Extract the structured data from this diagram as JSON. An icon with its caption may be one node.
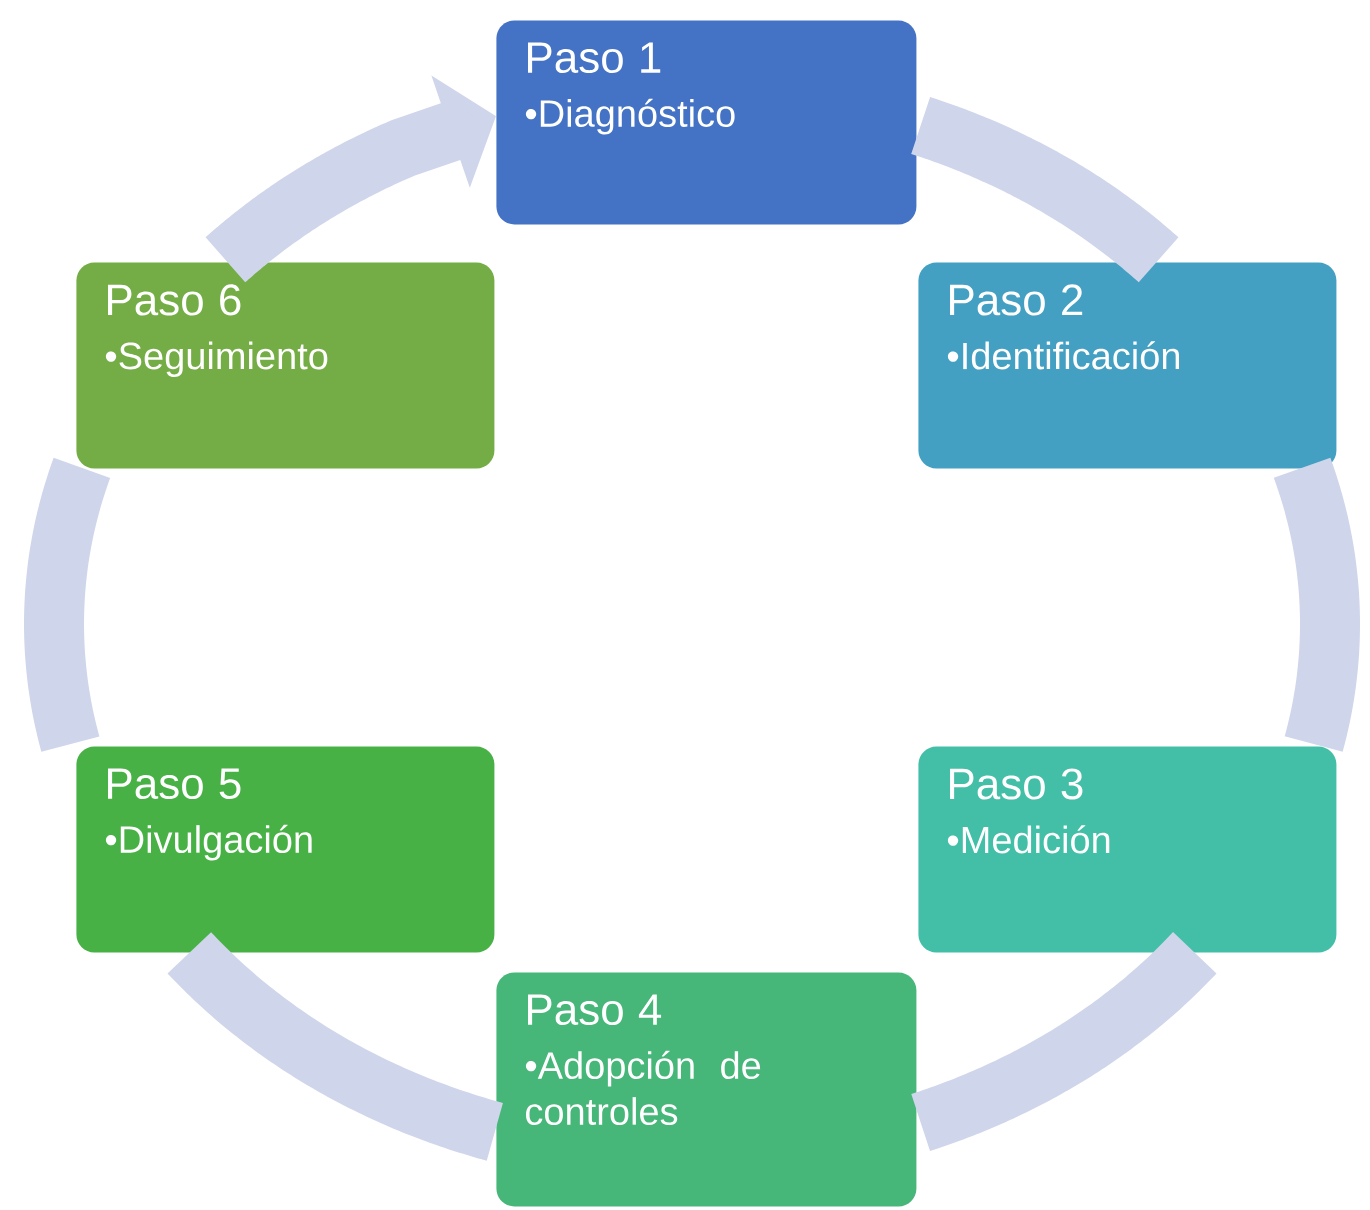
{
  "diagram": {
    "nodes": [
      {
        "text": [
          "Paso 1",
          "•Diagnóstico"
        ]
      },
      {
        "text": [
          "Paso 2",
          "•Identificación"
        ]
      },
      {
        "text": [
          "Paso 3",
          "•Medición"
        ]
      },
      {
        "text": [
          "Paso 4",
          "•Adopción de controles"
        ]
      },
      {
        "text": [
          "Paso 5",
          "•Divulgación"
        ]
      },
      {
        "text": [
          "Paso 6",
          "•Seguimiento"
        ]
      }
    ],
    "edges": [
      {
        "from": 0,
        "to": 1,
        "arrow": "none"
      },
      {
        "from": 1,
        "to": 2,
        "arrow": "none"
      },
      {
        "from": 2,
        "to": 3,
        "arrow": "none"
      },
      {
        "from": 3,
        "to": 4,
        "arrow": "none"
      },
      {
        "from": 4,
        "to": 5,
        "arrow": "none"
      },
      {
        "from": 5,
        "to": 0,
        "arrow": "to"
      }
    ]
  }
}
